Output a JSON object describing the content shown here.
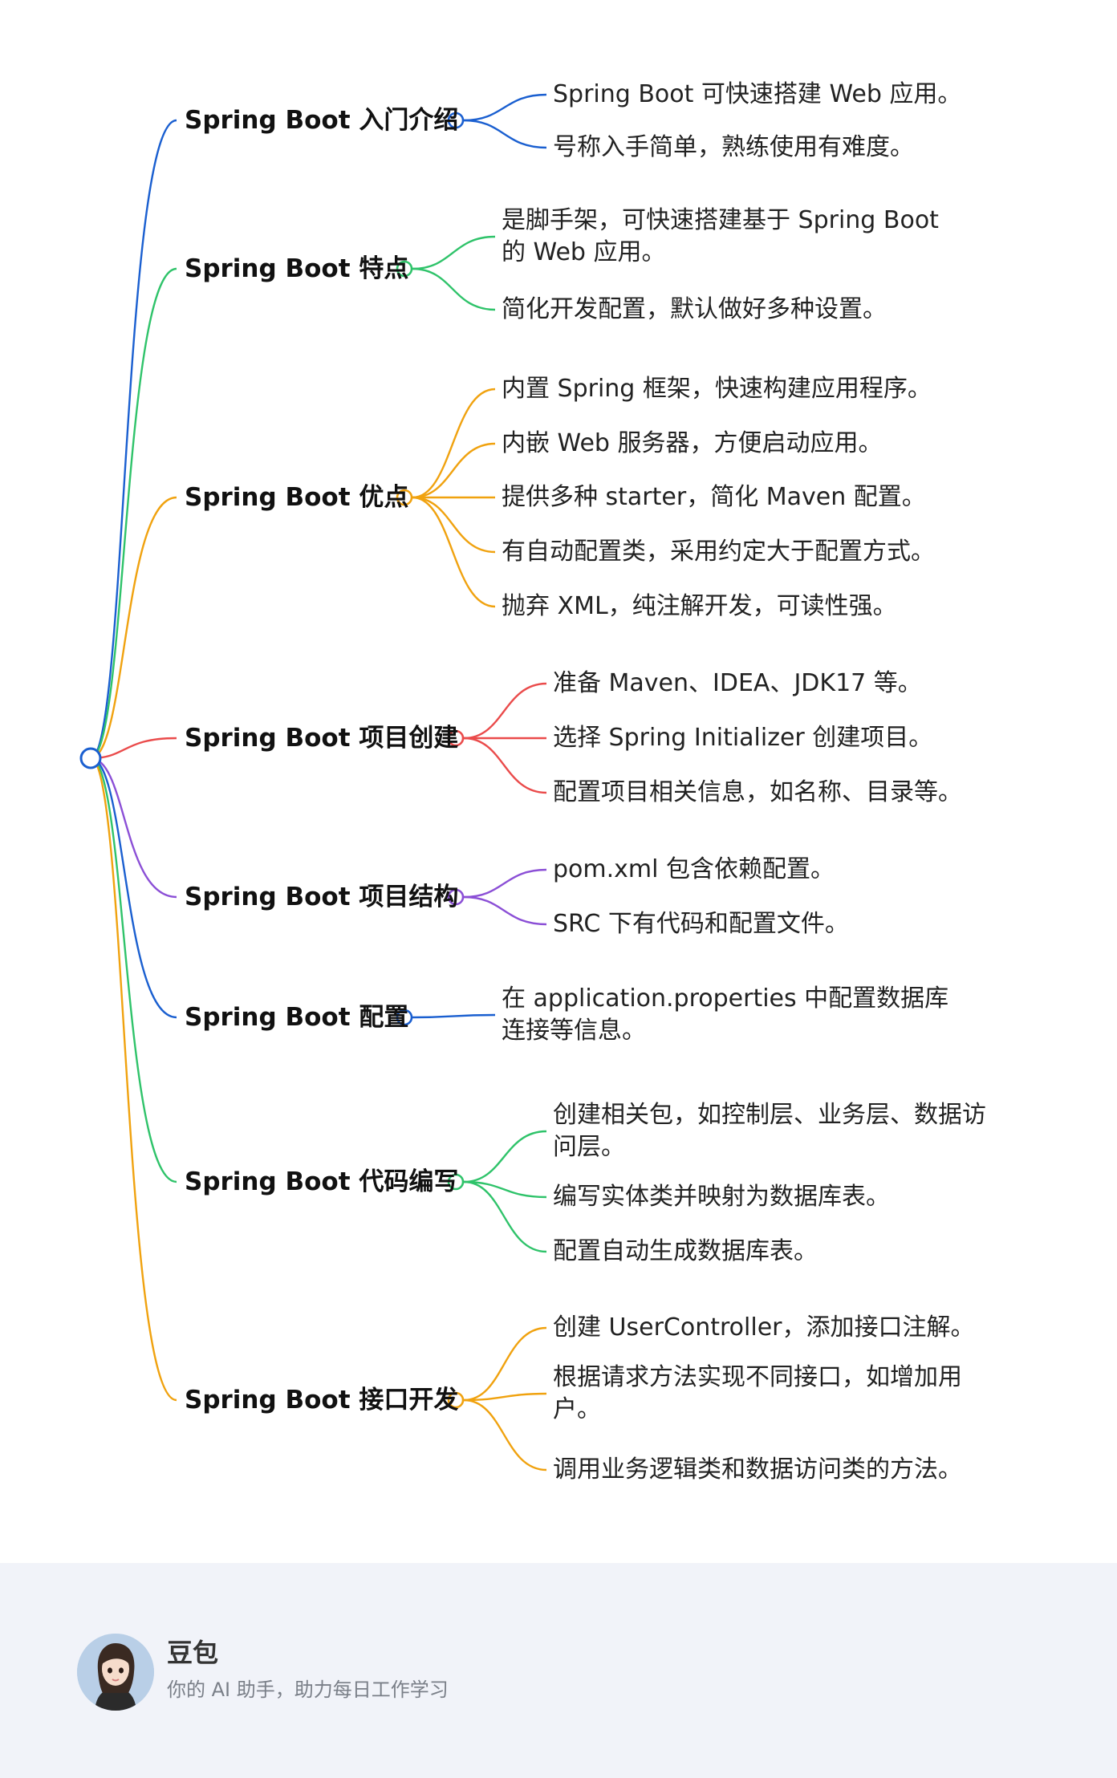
{
  "mindmap": {
    "root": {
      "label": "",
      "color": "#1a5fd0"
    },
    "branches": [
      {
        "label": "Spring Boot 入门介绍",
        "color": "#1a5fd0",
        "leaves": [
          "Spring Boot 可快速搭建 Web 应用。",
          "号称入手简单，熟练使用有难度。"
        ]
      },
      {
        "label": "Spring Boot 特点",
        "color": "#2fc36a",
        "leaves": [
          "是脚手架，可快速搭建基于 Spring Boot 的 Web 应用。",
          "简化开发配置，默认做好多种设置。"
        ]
      },
      {
        "label": "Spring Boot 优点",
        "color": "#f0a20f",
        "leaves": [
          "内置 Spring 框架，快速构建应用程序。",
          "内嵌 Web 服务器，方便启动应用。",
          "提供多种 starter，简化 Maven 配置。",
          "有自动配置类，采用约定大于配置方式。",
          "抛弃 XML，纯注解开发，可读性强。"
        ]
      },
      {
        "label": "Spring Boot 项目创建",
        "color": "#ea4b4b",
        "leaves": [
          "准备 Maven、IDEA、JDK17 等。",
          "选择 Spring Initializer 创建项目。",
          "配置项目相关信息，如名称、目录等。"
        ]
      },
      {
        "label": "Spring Boot 项目结构",
        "color": "#8b4fd6",
        "leaves": [
          "pom.xml 包含依赖配置。",
          "SRC 下有代码和配置文件。"
        ]
      },
      {
        "label": "Spring Boot 配置",
        "color": "#1a5fd0",
        "leaves": [
          "在 application.properties 中配置数据库连接等信息。"
        ]
      },
      {
        "label": "Spring Boot 代码编写",
        "color": "#2fc36a",
        "leaves": [
          "创建相关包，如控制层、业务层、数据访问层。",
          "编写实体类并映射为数据库表。",
          "配置自动生成数据库表。"
        ]
      },
      {
        "label": "Spring Boot 接口开发",
        "color": "#f0a20f",
        "leaves": [
          "创建 UserController，添加接口注解。",
          "根据请求方法实现不同接口，如增加用户。",
          "调用业务逻辑类和数据访问类的方法。"
        ]
      }
    ]
  },
  "footer": {
    "brand_name": "豆包",
    "tagline": "你的 AI 助手，助力每日工作学习",
    "avatar_icon": "assistant-avatar-icon"
  }
}
